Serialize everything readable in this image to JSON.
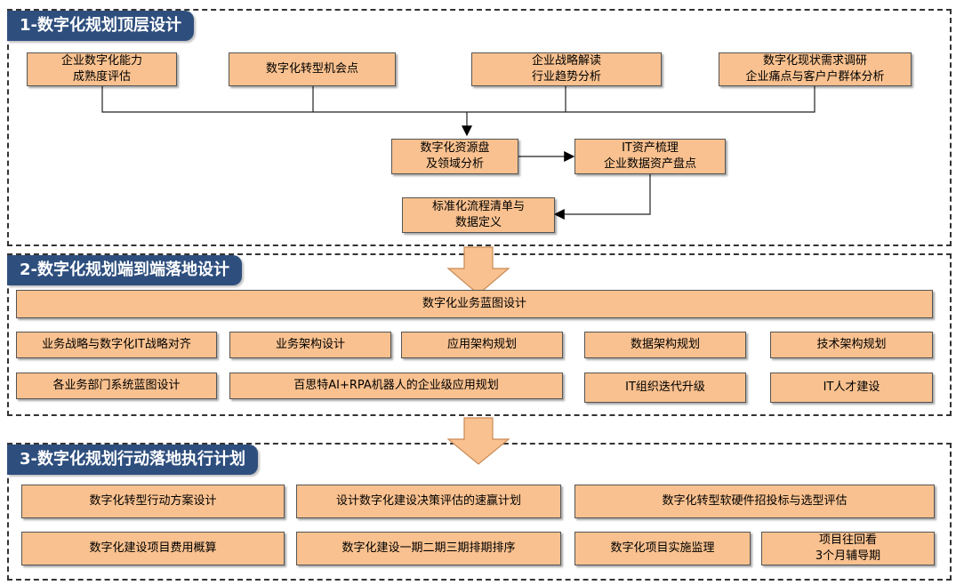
{
  "sections": [
    {
      "title": "1-数字化规划顶层设计"
    },
    {
      "title": "2-数字化规划端到端落地设计"
    },
    {
      "title": "3-数字化规划行动落地执行计划"
    }
  ],
  "s1": {
    "maturity": [
      "企业数字化能力",
      "成熟度评估"
    ],
    "opportunity": "数字化转型机会点",
    "strategy": [
      "企业战略解读",
      "行业趋势分析"
    ],
    "survey": [
      "数字化现状需求调研",
      "企业痛点与客户户群体分析"
    ],
    "resource": [
      "数字化资源盘",
      "及领域分析"
    ],
    "itasset": [
      "IT资产梳理",
      "企业数据资产盘点"
    ],
    "process": [
      "标准化流程清单与",
      "数据定义"
    ]
  },
  "s2": {
    "blueprint": "数字化业务蓝图设计",
    "items": [
      "业务战略与数字化IT战略对齐",
      "业务架构设计",
      "应用架构规划",
      "数据架构规划",
      "技术架构规划",
      "各业务部门系统蓝图设计",
      "百思特AI+RPA机器人的企业级应用规划",
      "IT组织迭代升级",
      "IT人才建设"
    ]
  },
  "s3": {
    "items": [
      "数字化转型行动方案设计",
      "设计数字化建设决策评估的速赢计划",
      "数字化转型软硬件招投标与选型评估",
      "数字化建设项目费用概算",
      "数字化建设一期二期三期排期排序"
    ],
    "monitor": "数字化项目实施监理",
    "review": [
      "项目往回看",
      "3个月辅导期"
    ]
  },
  "colors": {
    "box_fill": "#f9c18f",
    "header_fill": "#2e4f7e",
    "arrow_fill": "#f9c18f"
  }
}
